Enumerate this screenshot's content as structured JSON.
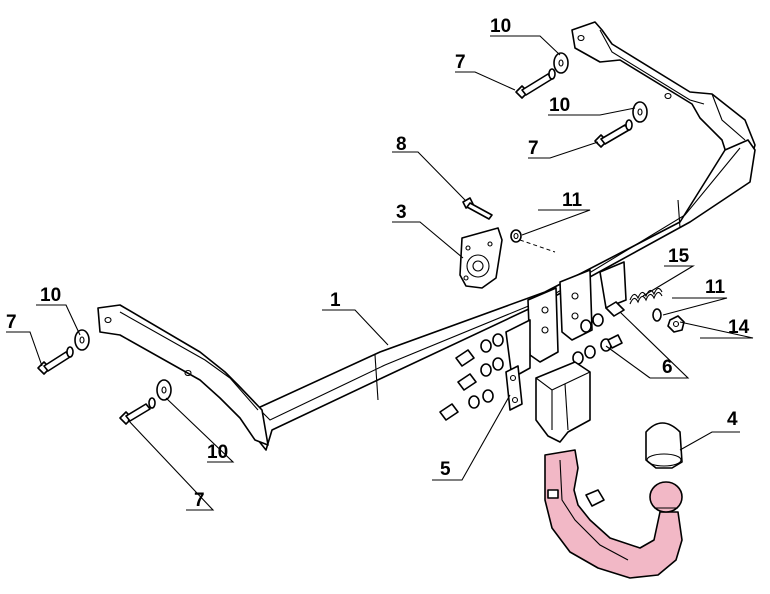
{
  "labels": {
    "l_10_top": "10",
    "l_7_top": "7",
    "l_10_mid": "10",
    "l_7_mid": "7",
    "l_8": "8",
    "l_3": "3",
    "l_11_top": "11",
    "l_15": "15",
    "l_11_right": "11",
    "l_14": "14",
    "l_1": "1",
    "l_7_left": "7",
    "l_10_left": "10",
    "l_10_bottom": "10",
    "l_7_bottom": "7",
    "l_6": "6",
    "l_4": "4",
    "l_5": "5"
  },
  "colors": {
    "highlight": "#f2b8c6",
    "line": "#000000"
  }
}
